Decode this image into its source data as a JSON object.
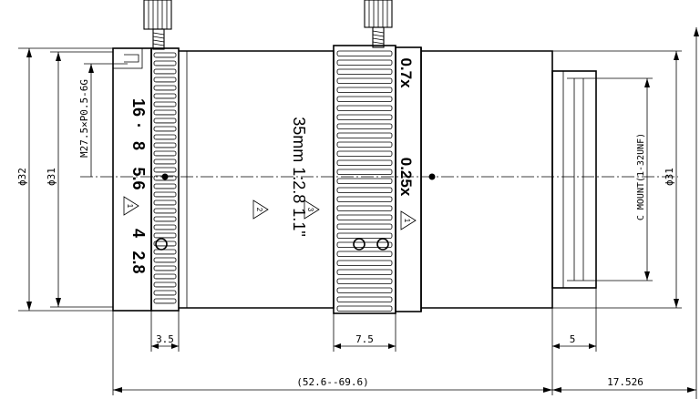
{
  "dimensions": {
    "d32": "ϕ32",
    "d31_left": "ϕ31",
    "thread": "M27.5×P0.5-6G",
    "d31_right": "ϕ31",
    "mount": "C MOUNT(1-32UNF)",
    "w35": "3.5",
    "w75": "7.5",
    "w5": "5",
    "total": "(52.6--69.6)",
    "flange": "17.526"
  },
  "aperture_scale": {
    "f16": "16",
    "f8": "8",
    "f56": "5.6",
    "f4": "4",
    "f28": "2.8",
    "note": "1"
  },
  "lens_marking": {
    "line1": "35mm  1:2.8  1.1\"",
    "note2": "2",
    "note3": "3"
  },
  "magnification_scale": {
    "m07": "0.7x",
    "m025": "0.25x",
    "note": "1"
  }
}
